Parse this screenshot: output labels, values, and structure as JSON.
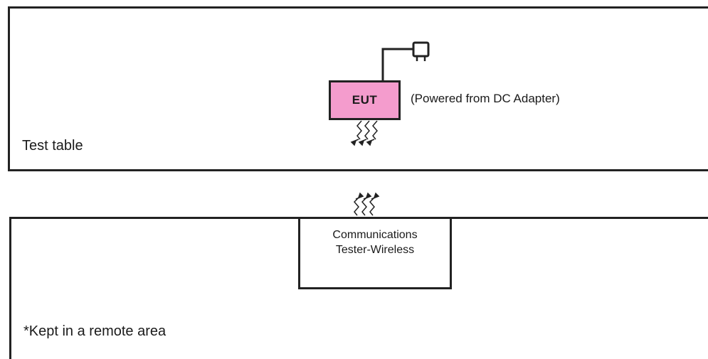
{
  "diagram": {
    "test_table_label": "Test table",
    "eut_label": "EUT",
    "eut_note": "(Powered from DC Adapter)",
    "tester_label_line1": "Communications",
    "tester_label_line2": "Tester-Wireless",
    "remote_note": "*Kept in a remote area"
  },
  "colors": {
    "eut_fill": "#f49ccd",
    "outline": "#222222"
  },
  "icons": {
    "adapter": "dc-adapter-plug-icon",
    "radio_emission": "wireless-signal-icon"
  }
}
